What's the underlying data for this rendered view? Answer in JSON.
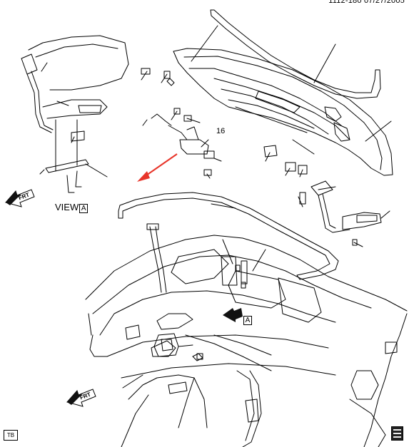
{
  "diagram": {
    "document_id": "1112-180 07/27/2005",
    "callout_16": "16",
    "view_text": "VIEW",
    "view_letter": "A",
    "section_letter": "A",
    "front_marker_top": "FRT",
    "front_marker_bottom": "FRT",
    "tb_label": "TB",
    "icons": [
      "front-direction-arrow-icon",
      "front-direction-arrow-icon",
      "view-a-arrow-icon",
      "pointer-arrow-icon",
      "page-corner-icon"
    ],
    "colors": {
      "line": "#000000",
      "pointer_arrow": "#e8352a",
      "background": "#ffffff"
    }
  }
}
